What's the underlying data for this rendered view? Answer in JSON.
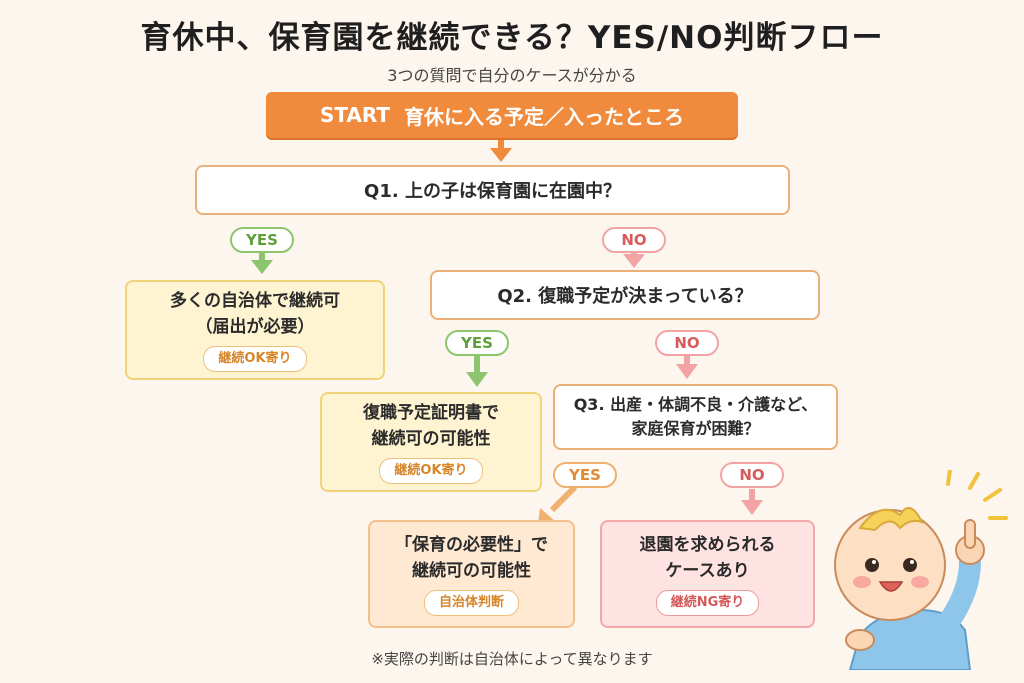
{
  "title": "育休中、保育園を継続できる？YES/NO判断フロー",
  "subtitle": "3つの質問で自分のケースが分かる",
  "start": {
    "label": "START",
    "text": "育休に入る予定／入ったところ"
  },
  "q1": "Q1. 上の子は保育園に在園中？",
  "q2": "Q2. 復職予定が決まっている？",
  "q3": {
    "line1": "Q3. 出産・体調不良・介護など、",
    "line2": "家庭保育が困難？"
  },
  "yes_label": "YES",
  "no_label": "NO",
  "results": [
    {
      "line1": "多くの自治体で継続可",
      "line2": "（届出が必要）",
      "tag": "継続OK寄り"
    },
    {
      "line1": "復職予定証明書で",
      "line2": "継続可の可能性",
      "tag": "継続OK寄り"
    },
    {
      "line1": "「保育の必要性」で",
      "line2": "継続可の可能性",
      "tag": "自治体判断"
    },
    {
      "line1": "退園を求められる",
      "line2": "ケースあり",
      "tag": "継続NG寄り"
    }
  ],
  "note": "※実際の判断は自治体によって異なります",
  "colors": {
    "start": "#f08a3c",
    "yes": "#8dc46e",
    "no": "#f2a3a3",
    "background": "#fdf6ee"
  }
}
